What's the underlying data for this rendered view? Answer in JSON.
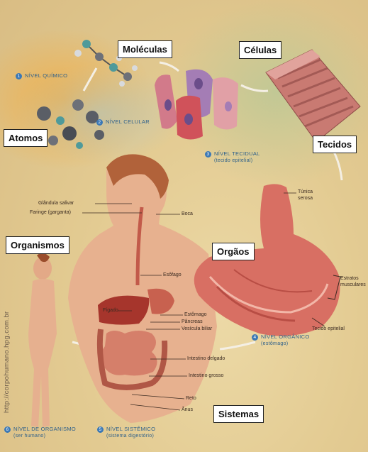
{
  "labels": {
    "atomos": "Atomos",
    "moleculas": "Moléculas",
    "celulas": "Células",
    "tecidos": "Tecidos",
    "organismos": "Organismos",
    "orgaos": "Orgãos",
    "sistemas": "Sistemas"
  },
  "levels": {
    "quimico": {
      "num": "1",
      "text": "NÍVEL QUÍMICO"
    },
    "celular": {
      "num": "2",
      "text": "NÍVEL CELULAR"
    },
    "tecidual": {
      "num": "3",
      "text": "NÍVEL TECIDUAL",
      "sub": "(tecido epitelial)"
    },
    "organico": {
      "num": "4",
      "text": "NÍVEL ORGÂNICO",
      "sub": "(estômago)"
    },
    "sistemico": {
      "num": "5",
      "text": "NÍVEL SISTÊMICO",
      "sub": "(sistema digestório)"
    },
    "organismo": {
      "num": "6",
      "text": "NÍVEL DE ORGANISMO",
      "sub": "(ser humano)"
    }
  },
  "organ_labels": {
    "glandula": "Glândula salivar",
    "faringe": "Faringe (garganta)",
    "boca": "Boca",
    "esofago": "Esôfago",
    "figado": "Fígado",
    "estomago": "Estômago",
    "pancreas": "Pâncreas",
    "vesicula": "Vesícula biliar",
    "int_delgado": "Intestino delgado",
    "int_grosso": "Intestino grosso",
    "reto": "Reto",
    "anus": "Ânus",
    "tunica": "Túnica serosa",
    "estratos": "Estratos musculares",
    "tecido_epitelial": "Tecido epitelial"
  },
  "watermark": "http://corpohumano.hpg.com.br"
}
